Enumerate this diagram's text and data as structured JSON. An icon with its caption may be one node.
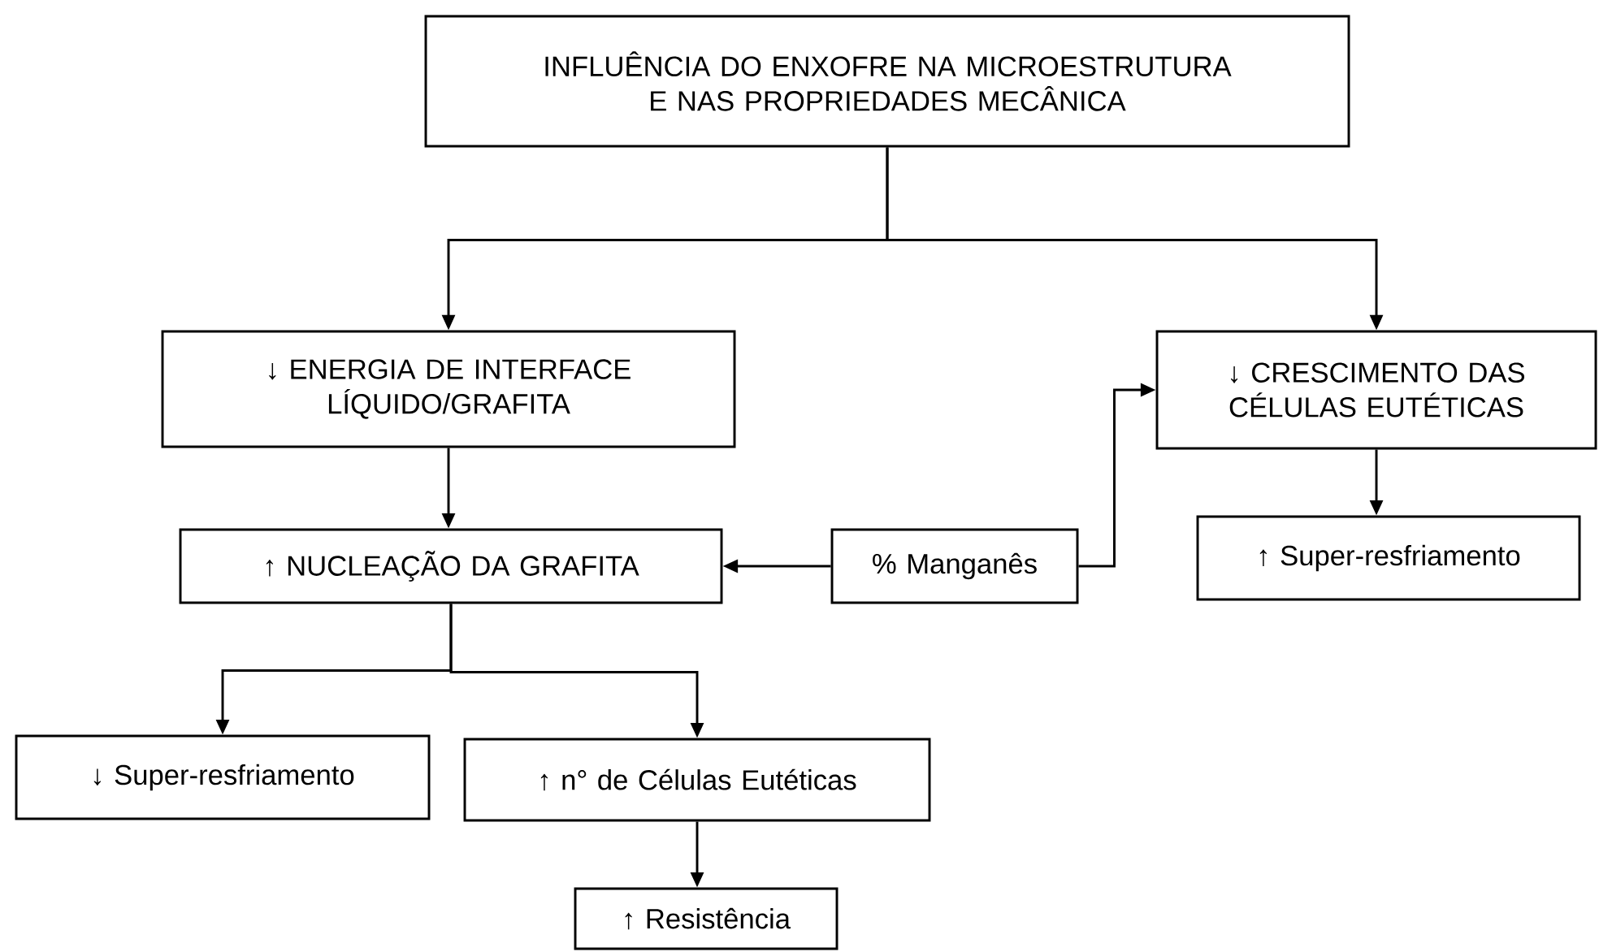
{
  "diagram": {
    "nodes": [
      {
        "text": [
          "INFLUÊNCIA DO ENXOFRE NA MICROESTRUTURA E NAS PROPRIEDADES MECÂNICA"
        ]
      },
      {
        "text": [
          "↓ ENERGIA DE INTERFACE LÍQUIDO/GRAFITA"
        ]
      },
      {
        "text": [
          "↓ CRESCIMENTO DAS CÉLULAS EUTÉTICAS"
        ]
      },
      {
        "text": [
          "↑ NUCLEAÇÃO DA GRAFITA"
        ]
      },
      {
        "text": [
          "% Manganês"
        ]
      },
      {
        "text": [
          "↑ Super-resfriamento"
        ]
      },
      {
        "text": [
          "↓ Super-resfriamento"
        ]
      },
      {
        "text": [
          "↑ n° de Células Eutéticas"
        ]
      },
      {
        "text": [
          "↑ Resistência"
        ]
      }
    ],
    "edges": [
      {
        "from": 0,
        "to": 1,
        "arrow": "to"
      },
      {
        "from": 0,
        "to": 2,
        "arrow": "to"
      },
      {
        "from": 1,
        "to": 3,
        "arrow": "to"
      },
      {
        "from": 4,
        "to": 3,
        "arrow": "to"
      },
      {
        "from": 4,
        "to": 2,
        "arrow": "to"
      },
      {
        "from": 2,
        "to": 5,
        "arrow": "to"
      },
      {
        "from": 3,
        "to": 6,
        "arrow": "to"
      },
      {
        "from": 3,
        "to": 7,
        "arrow": "to"
      },
      {
        "from": 7,
        "to": 8,
        "arrow": "to"
      }
    ]
  }
}
